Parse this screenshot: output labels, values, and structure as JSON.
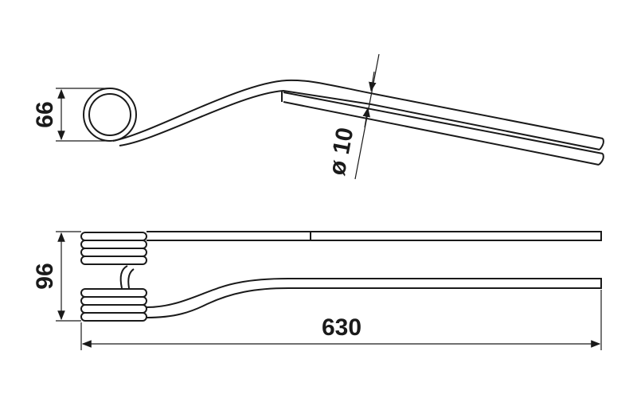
{
  "dimensions": {
    "coil_diameter": "66",
    "wire_diameter": "ø 10",
    "coil_height": "96",
    "overall_length": "630"
  }
}
